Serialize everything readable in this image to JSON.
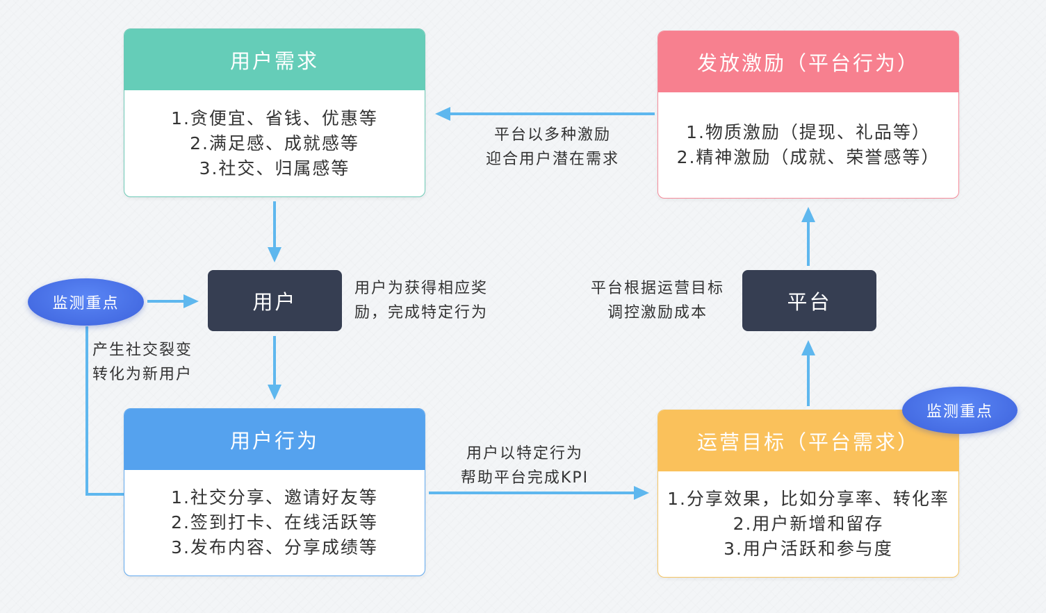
{
  "colors": {
    "need": "#65cdb8",
    "incentive": "#f7808f",
    "behavior": "#55a2ee",
    "goal": "#fac15b",
    "dark_node": "#363e52",
    "badge": "#4a72e8",
    "arrow": "#5eb7ee"
  },
  "cards": {
    "need": {
      "title": "用户需求",
      "lines": [
        "1.贪便宜、省钱、优惠等",
        "2.满足感、成就感等",
        "3.社交、归属感等"
      ]
    },
    "incentive": {
      "title": "发放激励（平台行为）",
      "lines": [
        "1.物质激励（提现、礼品等）",
        "2.精神激励（成就、荣誉感等）"
      ]
    },
    "behavior": {
      "title": "用户行为",
      "lines": [
        "1.社交分享、邀请好友等",
        "2.签到打卡、在线活跃等",
        "3.发布内容、分享成绩等"
      ]
    },
    "goal": {
      "title": "运营目标（平台需求）",
      "lines": [
        "1.分享效果，比如分享率、转化率",
        "2.用户新增和留存",
        "3.用户活跃和参与度"
      ]
    }
  },
  "nodes": {
    "user": "用户",
    "platform": "平台"
  },
  "badges": {
    "left": "监测重点",
    "right": "监测重点"
  },
  "labels": {
    "incentive_to_need": [
      "平台以多种激励",
      "迎合用户潜在需求"
    ],
    "user_action": [
      "用户为获得相应奖",
      "励，完成特定行为"
    ],
    "platform_control": [
      "平台根据运营目标",
      "调控激励成本"
    ],
    "social_fission": [
      "产生社交裂变",
      "转化为新用户"
    ],
    "kpi": [
      "用户以特定行为",
      "帮助平台完成KPI"
    ]
  }
}
